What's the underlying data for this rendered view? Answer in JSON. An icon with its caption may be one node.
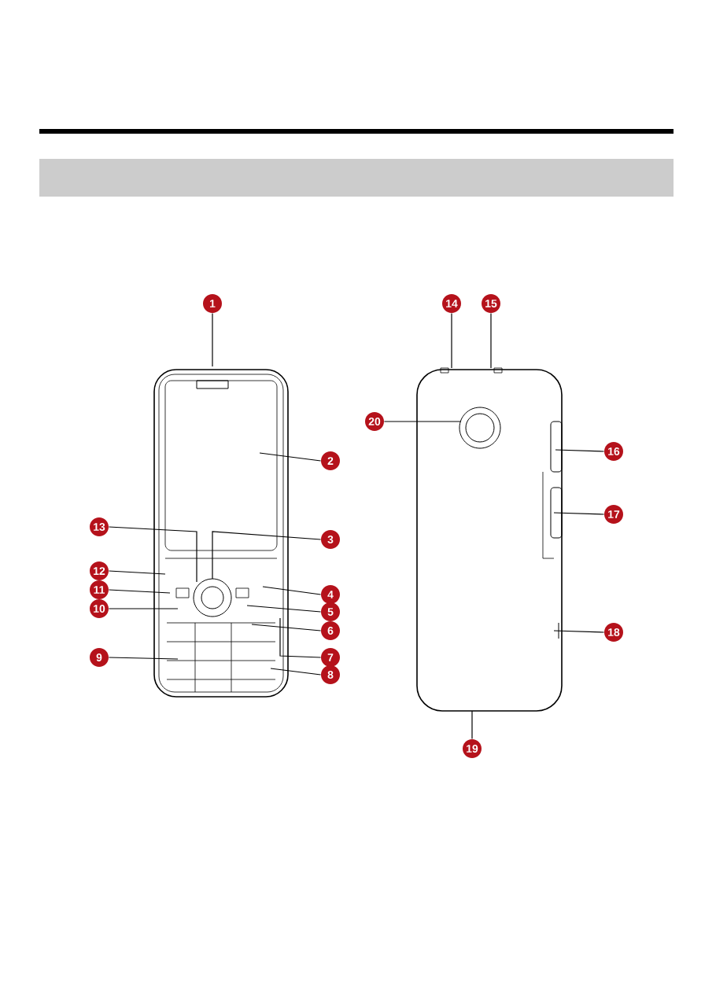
{
  "diagram": {
    "nodes": [
      {
        "text": [
          "1"
        ]
      },
      {
        "text": [
          "2"
        ]
      },
      {
        "text": [
          "3"
        ]
      },
      {
        "text": [
          "4"
        ]
      },
      {
        "text": [
          "5"
        ]
      },
      {
        "text": [
          "6"
        ]
      },
      {
        "text": [
          "7"
        ]
      },
      {
        "text": [
          "8"
        ]
      },
      {
        "text": [
          "9"
        ]
      },
      {
        "text": [
          "10"
        ]
      },
      {
        "text": [
          "11"
        ]
      },
      {
        "text": [
          "12"
        ]
      },
      {
        "text": [
          "13"
        ]
      },
      {
        "text": [
          "14"
        ]
      },
      {
        "text": [
          "15"
        ]
      },
      {
        "text": [
          "16"
        ]
      },
      {
        "text": [
          "17"
        ]
      },
      {
        "text": [
          "18"
        ]
      },
      {
        "text": [
          "19"
        ]
      },
      {
        "text": [
          "20"
        ]
      },
      {
        "text": [],
        "shape": "picture"
      },
      {
        "text": [],
        "shape": "picture"
      }
    ],
    "edges": [
      {
        "from": 0,
        "to": 20,
        "arrow": "none"
      },
      {
        "from": 1,
        "to": 20,
        "arrow": "none"
      },
      {
        "from": 2,
        "to": 20,
        "arrow": "none"
      },
      {
        "from": 3,
        "to": 20,
        "arrow": "none"
      },
      {
        "from": 4,
        "to": 20,
        "arrow": "none"
      },
      {
        "from": 5,
        "to": 20,
        "arrow": "none"
      },
      {
        "from": 6,
        "to": 20,
        "arrow": "none"
      },
      {
        "from": 7,
        "to": 20,
        "arrow": "none"
      },
      {
        "from": 8,
        "to": 20,
        "arrow": "none"
      },
      {
        "from": 9,
        "to": 20,
        "arrow": "none"
      },
      {
        "from": 10,
        "to": 20,
        "arrow": "none"
      },
      {
        "from": 11,
        "to": 20,
        "arrow": "none"
      },
      {
        "from": 12,
        "to": 20,
        "arrow": "none"
      },
      {
        "from": 13,
        "to": 21,
        "arrow": "none"
      },
      {
        "from": 14,
        "to": 21,
        "arrow": "none"
      },
      {
        "from": 15,
        "to": 21,
        "arrow": "none"
      },
      {
        "from": 16,
        "to": 21,
        "arrow": "none"
      },
      {
        "from": 17,
        "to": 21,
        "arrow": "none"
      },
      {
        "from": 18,
        "to": 21,
        "arrow": "none"
      },
      {
        "from": 19,
        "to": 21,
        "arrow": "none"
      }
    ]
  }
}
